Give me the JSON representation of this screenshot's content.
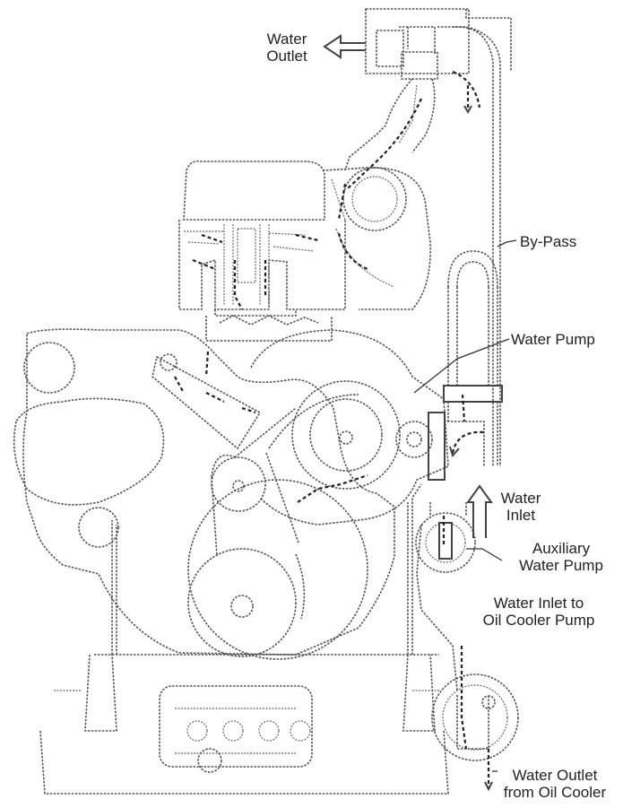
{
  "labels": {
    "water_outlet_line1": "Water",
    "water_outlet_line2": "Outlet",
    "by_pass": "By-Pass",
    "water_pump": "Water Pump",
    "water_inlet_line1": "Water",
    "water_inlet_line2": "Inlet",
    "aux_pump_line1": "Auxiliary",
    "aux_pump_line2": "Water Pump",
    "inlet_oil_cooler_line1": "Water Inlet to",
    "inlet_oil_cooler_line2": "Oil Cooler Pump",
    "outlet_oil_cooler_line1": "Water Outlet",
    "outlet_oil_cooler_line2": "from Oil Cooler"
  },
  "colors": {
    "line": "#555555",
    "flow_arrow": "#222222",
    "background": "#ffffff"
  }
}
